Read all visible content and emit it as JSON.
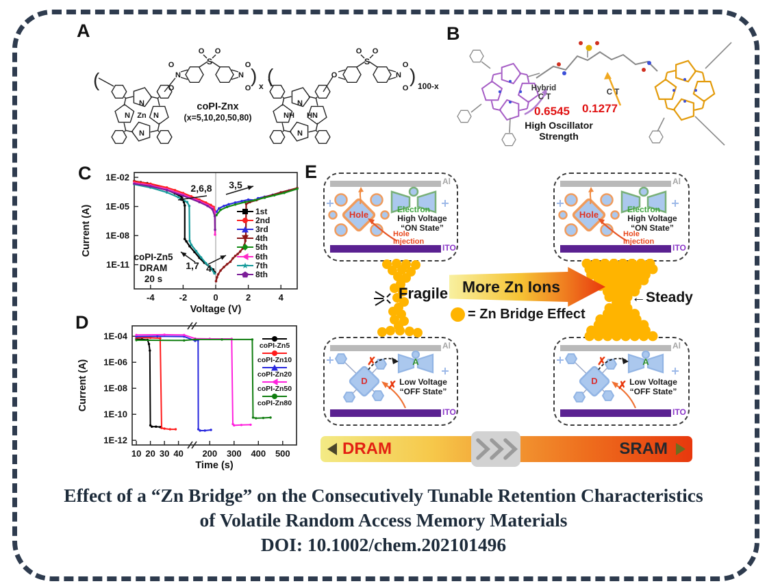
{
  "page": {
    "bg": "#ffffff",
    "border_color": "#2e3b4e"
  },
  "title": {
    "line1": "Effect of a “Zn Bridge” on the Consecutively Tunable Retention Characteristics",
    "line2": "of Volatile Random Access Memory Materials",
    "line3": "DOI: 10.1002/chem.202101496"
  },
  "panels": {
    "a": {
      "label": "A",
      "polymer_name": "coPI-Znx",
      "polymer_sub": "(x=5,10,20,50,80)",
      "bracket_open": "(",
      "bracket_close": ")",
      "bracket_x": "x",
      "bracket_100x": "100-x",
      "atom_n": "N",
      "atom_zn": "Zn",
      "atom_nh": "NH",
      "atom_hn": "HN",
      "atom_s": "S",
      "atom_o": "O"
    },
    "b": {
      "label": "B",
      "hybrid_ct_line1": "Hybrid",
      "hybrid_ct_line2": "C T",
      "oscillator_left_value": "0.6545",
      "ct_label": "C T",
      "oscillator_right_value": "0.1277",
      "caption_line1": "High Oscillator",
      "caption_line2": "Strength",
      "value_color": "#e01212",
      "porphyrin_left_color": "#a55cc5",
      "porphyrin_right_color": "#e39b0b"
    },
    "e": {
      "label": "E",
      "al": "Al",
      "ito": "ITO",
      "hole": "Hole",
      "electron": "Electron",
      "high_voltage": "High Voltage",
      "on_state": "“ON State”",
      "hole_injection_line1": "Hole",
      "hole_injection_line2": "Injection",
      "low_voltage": "Low Voltage",
      "off_state": "“OFF State”",
      "donor": "D",
      "acceptor": "A",
      "cross_icon": "✗",
      "fragile": "Fragile",
      "steady": "Steady",
      "steady_arrow": "←",
      "more_zn_ions": "More Zn Ions",
      "zn_bridge_legend": "= Zn Bridge Effect",
      "dram": "DRAM",
      "sram": "SRAM",
      "zn_color": "#ffb400",
      "al_color": "#b9b9b9",
      "ito_color": "#5a2191"
    }
  },
  "chart_data": [
    {
      "type": "line",
      "panel": "C",
      "xlabel": "Voltage (V)",
      "ylabel": "Current (A)",
      "xlim": [
        -5,
        5
      ],
      "xticks": [
        -4,
        -2,
        0,
        2,
        4
      ],
      "yscale": "log",
      "ylim_log": [
        -13.5,
        -1.5
      ],
      "yticks": [
        "1E-02",
        "1E-05",
        "1E-08",
        "1E-11"
      ],
      "ytick_logs": [
        -2,
        -5,
        -8,
        -11
      ],
      "inner_label": [
        "coPI-Zn5",
        "DRAM",
        "20 s"
      ],
      "annotations": [
        "2,6,8",
        "3,5",
        "1,7",
        "4"
      ],
      "legend_position": "inside-right",
      "series": [
        {
          "name": "1st",
          "color": "#000000",
          "marker": "square",
          "points": [
            [
              -5,
              -2.38
            ],
            [
              -4.6,
              -2.5
            ],
            [
              -4.2,
              -2.6
            ],
            [
              -4,
              -2.72
            ],
            [
              -3,
              -3.3
            ],
            [
              -2.5,
              -3.65
            ],
            [
              -2.1,
              -4.0
            ],
            [
              -1.95,
              -4.55
            ],
            [
              -1.9,
              -4.9
            ],
            [
              -1.9,
              -8.35
            ],
            [
              -1.8,
              -8.6
            ],
            [
              -1.6,
              -9.1
            ],
            [
              -1.3,
              -9.7
            ],
            [
              -1,
              -10.3
            ],
            [
              -0.7,
              -10.8
            ],
            [
              -0.4,
              -11.2
            ],
            [
              -0.15,
              -11.5
            ],
            [
              -0.05,
              -11.8
            ]
          ]
        },
        {
          "name": "2nd",
          "color": "#fb2020",
          "marker": "circle",
          "points": [
            [
              -5,
              -2.42
            ],
            [
              -4,
              -2.66
            ],
            [
              -3,
              -3.05
            ],
            [
              -2.5,
              -3.32
            ],
            [
              -2,
              -3.62
            ],
            [
              -1.5,
              -3.96
            ],
            [
              -1,
              -4.3
            ],
            [
              -0.6,
              -4.6
            ],
            [
              -0.3,
              -4.85
            ],
            [
              -0.12,
              -5.05
            ],
            [
              -0.05,
              -5.5
            ]
          ]
        },
        {
          "name": "3rd",
          "color": "#2a2ae0",
          "marker": "triangle-up",
          "points": [
            [
              0.05,
              -5.55
            ],
            [
              0.2,
              -5.2
            ],
            [
              0.5,
              -4.95
            ],
            [
              0.8,
              -4.78
            ],
            [
              1.2,
              -4.6
            ],
            [
              1.6,
              -4.45
            ],
            [
              2,
              -4.3
            ],
            [
              2.4,
              -4.35
            ],
            [
              2.6,
              -4.15
            ],
            [
              3,
              -4.0
            ],
            [
              3.5,
              -3.8
            ],
            [
              4,
              -3.55
            ],
            [
              4.5,
              -3.35
            ],
            [
              5,
              -3.12
            ]
          ]
        },
        {
          "name": "4th",
          "color": "#8c1616",
          "marker": "triangle-down",
          "points": [
            [
              0.02,
              -12.7
            ],
            [
              0.08,
              -12.3
            ],
            [
              0.15,
              -12.0
            ],
            [
              0.3,
              -11.6
            ],
            [
              0.5,
              -11.25
            ],
            [
              0.7,
              -10.95
            ],
            [
              0.9,
              -10.7
            ],
            [
              1.05,
              -10.35
            ],
            [
              1.2,
              -10.1
            ],
            [
              1.35,
              -9.9
            ],
            [
              1.5,
              -9.65
            ],
            [
              1.65,
              -9.35
            ],
            [
              1.75,
              -9.0
            ],
            [
              1.82,
              -8.55
            ],
            [
              1.85,
              -8.0
            ],
            [
              1.87,
              -4.75
            ],
            [
              2.1,
              -4.55
            ],
            [
              2.5,
              -4.35
            ],
            [
              3,
              -4.05
            ],
            [
              4,
              -3.55
            ],
            [
              5,
              -3.1
            ]
          ]
        },
        {
          "name": "5th",
          "color": "#128a12",
          "marker": "diamond",
          "points": [
            [
              0.04,
              -5.9
            ],
            [
              0.3,
              -5.35
            ],
            [
              0.7,
              -5.05
            ],
            [
              1.2,
              -4.8
            ],
            [
              1.8,
              -4.55
            ],
            [
              2.4,
              -4.35
            ],
            [
              3,
              -4.1
            ],
            [
              3.6,
              -3.85
            ],
            [
              4.2,
              -3.6
            ],
            [
              5,
              -3.18
            ]
          ]
        },
        {
          "name": "6th",
          "color": "#ff28c8",
          "marker": "triangle-left",
          "points": [
            [
              -5,
              -2.58
            ],
            [
              -4,
              -2.82
            ],
            [
              -3,
              -3.22
            ],
            [
              -2,
              -3.78
            ],
            [
              -1,
              -4.45
            ],
            [
              -0.5,
              -4.85
            ],
            [
              -0.2,
              -5.15
            ],
            [
              -0.06,
              -5.6
            ],
            [
              -0.04,
              -7.9
            ]
          ]
        },
        {
          "name": "7th",
          "color": "#159a9a",
          "marker": "star",
          "points": [
            [
              -5,
              -2.72
            ],
            [
              -4,
              -3.05
            ],
            [
              -3,
              -3.55
            ],
            [
              -2.3,
              -4.05
            ],
            [
              -1.75,
              -4.55
            ],
            [
              -1.62,
              -4.95
            ],
            [
              -1.6,
              -8.55
            ],
            [
              -1.5,
              -8.95
            ],
            [
              -1.2,
              -9.6
            ],
            [
              -0.9,
              -10.25
            ],
            [
              -0.6,
              -10.85
            ],
            [
              -0.3,
              -11.35
            ],
            [
              -0.08,
              -11.9
            ]
          ]
        },
        {
          "name": "8th",
          "color": "#7c1f99",
          "marker": "pentagon",
          "points": [
            [
              -5,
              -2.66
            ],
            [
              -4,
              -2.92
            ],
            [
              -3,
              -3.32
            ],
            [
              -2,
              -3.9
            ],
            [
              -1,
              -4.55
            ],
            [
              -0.5,
              -4.95
            ],
            [
              -0.2,
              -5.3
            ],
            [
              -0.06,
              -6.0
            ],
            [
              -0.04,
              -7.4
            ]
          ]
        }
      ]
    },
    {
      "type": "line",
      "panel": "D",
      "xlabel": "Time (s)",
      "ylabel": "Current (A)",
      "x_break_between": [
        46,
        140
      ],
      "xticks_seg1": [
        10,
        20,
        30,
        40
      ],
      "xticks_seg2": [
        200,
        300,
        400,
        500
      ],
      "yscale": "log",
      "yticks": [
        "1E-04",
        "1E-06",
        "1E-08",
        "1E-10",
        "1E-12"
      ],
      "ytick_logs": [
        -4,
        -6,
        -8,
        -10,
        -12
      ],
      "legend_position": "inside-right",
      "series": [
        {
          "name": "coPI-Zn5",
          "color": "#000000",
          "marker": "circle",
          "points": [
            [
              10,
              -4.22
            ],
            [
              14,
              -4.24
            ],
            [
              18,
              -4.28
            ],
            [
              19,
              -4.6
            ],
            [
              19.6,
              -5.1
            ],
            [
              20,
              -10.85
            ],
            [
              21,
              -10.95
            ],
            [
              24,
              -10.95
            ],
            [
              27,
              -10.98
            ]
          ]
        },
        {
          "name": "coPI-Zn10",
          "color": "#ff1a1a",
          "marker": "circle",
          "points": [
            [
              10,
              -4.1
            ],
            [
              20,
              -4.12
            ],
            [
              27,
              -4.15
            ],
            [
              28,
              -11.05
            ],
            [
              30,
              -11.1
            ],
            [
              34,
              -11.15
            ],
            [
              38,
              -11.15
            ]
          ]
        },
        {
          "name": "coPI-Zn20",
          "color": "#2727dd",
          "marker": "triangle-up",
          "points": [
            [
              10,
              -4.02
            ],
            [
              25,
              -4.0
            ],
            [
              44,
              -4.02
            ],
            [
              140,
              -4.35
            ],
            [
              148,
              -4.28
            ],
            [
              152,
              -4.3
            ],
            [
              153,
              -11.15
            ],
            [
              160,
              -11.25
            ],
            [
              180,
              -11.25
            ],
            [
              205,
              -11.2
            ]
          ]
        },
        {
          "name": "coPI-Zn50",
          "color": "#ff22dd",
          "marker": "triangle-left",
          "points": [
            [
              10,
              -3.9
            ],
            [
              30,
              -3.88
            ],
            [
              44,
              -3.9
            ],
            [
              140,
              -4.18
            ],
            [
              200,
              -4.2
            ],
            [
              290,
              -4.2
            ],
            [
              295,
              -10.75
            ],
            [
              300,
              -10.85
            ],
            [
              330,
              -10.82
            ],
            [
              368,
              -10.8
            ]
          ]
        },
        {
          "name": "coPI-Zn80",
          "color": "#0f7d0f",
          "marker": "circle",
          "points": [
            [
              10,
              -4.3
            ],
            [
              44,
              -4.32
            ],
            [
              140,
              -4.25
            ],
            [
              250,
              -4.25
            ],
            [
              375,
              -4.25
            ],
            [
              378,
              -10.25
            ],
            [
              390,
              -10.3
            ],
            [
              420,
              -10.28
            ],
            [
              450,
              -10.25
            ]
          ]
        }
      ]
    }
  ]
}
